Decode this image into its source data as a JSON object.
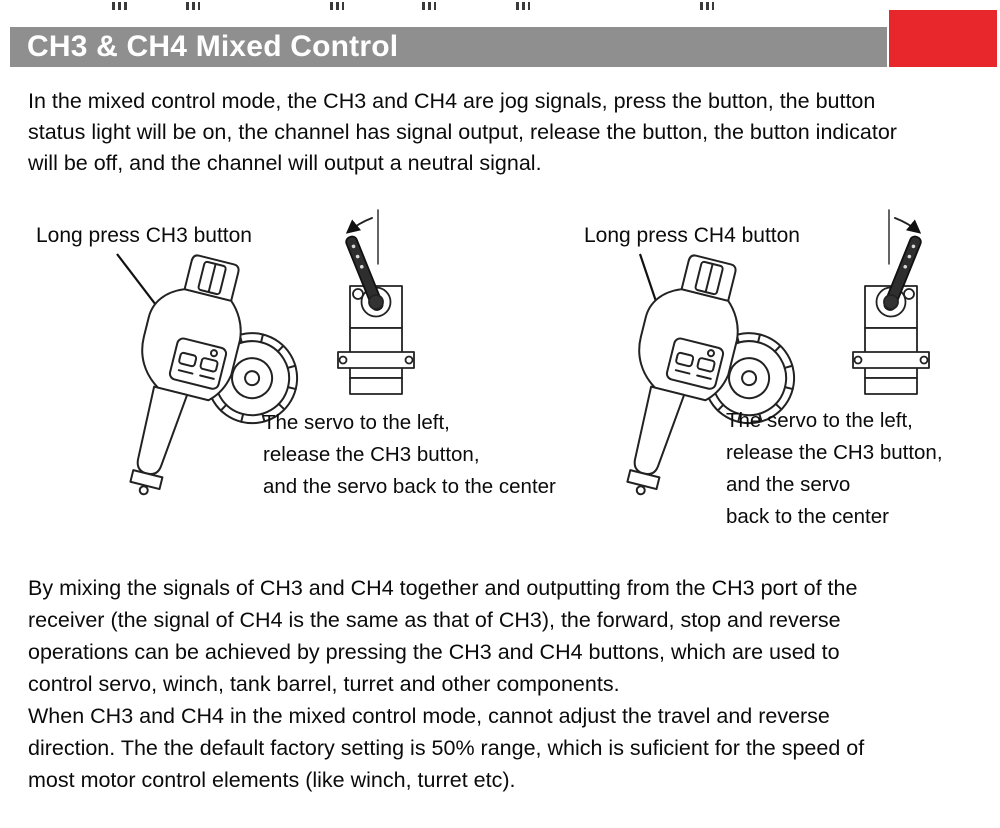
{
  "header": {
    "title": "CH3 & CH4 Mixed Control",
    "bar_color": "#8f8f8f",
    "accent_color": "#e8272d"
  },
  "intro_lines": [
    "In the mixed control mode, the CH3 and CH4 are jog signals, press the button, the button",
    "status light will be on, the channel has signal output, release the button, the button indicator",
    "will be off, and the channel will output a neutral signal."
  ],
  "figures": {
    "left": {
      "label": "Long press CH3 button",
      "caption_lines": [
        "The servo to the left,",
        "release the CH3 button,",
        "and the servo back to the center"
      ]
    },
    "right": {
      "label": "Long press CH4 button",
      "caption_lines": [
        "The servo to the left,",
        "release the CH3 button,",
        "and the servo",
        "back to the center"
      ]
    }
  },
  "body": {
    "paragraph1_lines": [
      "By mixing the signals of CH3 and CH4 together and outputting from the CH3 port of the",
      "receiver (the signal of CH4 is the same as that of CH3), the forward, stop and reverse",
      "operations can be achieved by pressing the CH3 and CH4 buttons, which are used to",
      "control servo, winch, tank barrel, turret and other components."
    ],
    "paragraph2_lines": [
      "When CH3 and CH4 in the mixed control mode, cannot adjust the travel and reverse",
      "direction. The the default factory setting is 50% range, which is suficient for the speed of",
      "most motor control elements (like winch, turret etc)."
    ]
  }
}
